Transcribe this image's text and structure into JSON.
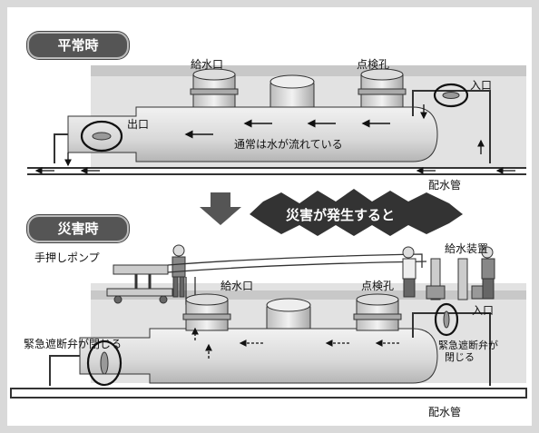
{
  "normal": {
    "mode_label": "平常時",
    "inlet_port_label": "給水口",
    "inspection_hole_label": "点検孔",
    "entrance_label": "入口",
    "exit_label": "出口",
    "flow_note": "通常は水が流れている",
    "main_pipe_label": "配水管"
  },
  "disaster": {
    "mode_label": "災害時",
    "event_banner": "災害が発生すると",
    "hand_pump_label": "手押しポンプ",
    "water_supply_label": "給水装置",
    "inlet_port_label": "給水口",
    "inspection_hole_label": "点検孔",
    "entrance_label": "入口",
    "left_valve_label": "緊急遮断弁が閉じる",
    "right_valve_label_line1": "緊急遮断弁が",
    "right_valve_label_line2": "閉じる",
    "main_pipe_label": "配水管"
  },
  "colors": {
    "tank_fill": "#e6e6e6",
    "pill_bg": "#555555",
    "soil": "#cfcfcf",
    "ink": "#111111"
  }
}
